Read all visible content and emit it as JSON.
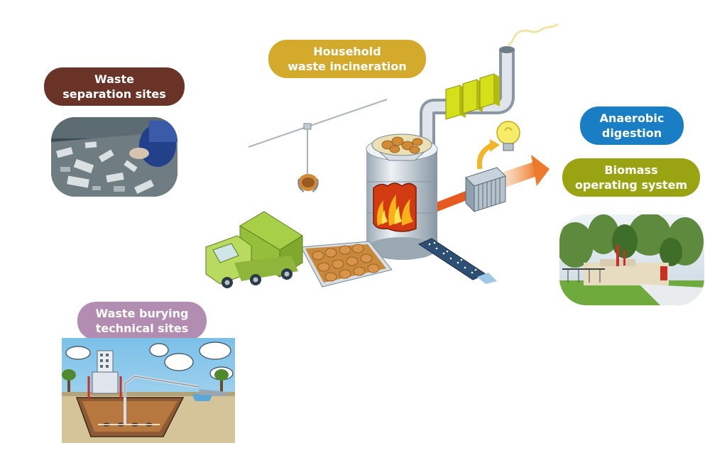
{
  "colors": {
    "separation": "#6a3328",
    "incineration": "#d4aa2c",
    "anaerobic": "#1a7ec4",
    "biomass": "#9aa412",
    "burying": "#b38cb2"
  },
  "labels": {
    "separation": {
      "line1": "Waste",
      "line2": "separation sites"
    },
    "incineration": {
      "line1": "Household",
      "line2": "waste incineration"
    },
    "anaerobic": {
      "line1": "Anaerobic",
      "line2": "digestion"
    },
    "biomass": {
      "line1": "Biomass",
      "line2": "operating system"
    },
    "burying": {
      "line1": "Waste burying",
      "line2": "technical sites"
    }
  },
  "icons": [
    "recycling-photo",
    "biomass-plant-photo",
    "landfill-illustration",
    "incinerator-illustration",
    "dump-truck-icon",
    "crane-grabber-icon",
    "light-bulb-icon",
    "filter-icon",
    "heat-exchanger-icon",
    "chimney-icon",
    "energy-arrow-icon",
    "ash-conveyor-icon"
  ]
}
